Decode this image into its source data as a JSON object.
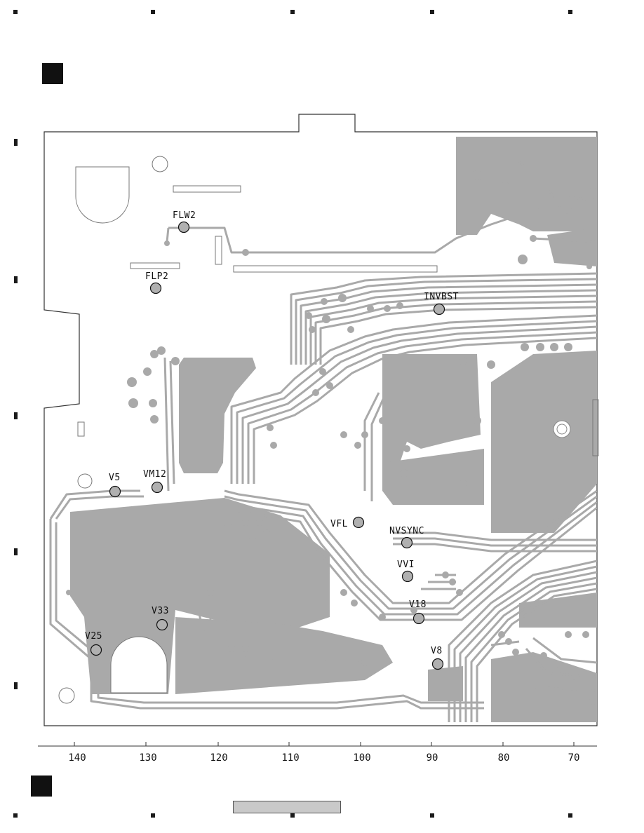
{
  "test_points": [
    {
      "label": "FLW2"
    },
    {
      "label": "FLP2"
    },
    {
      "label": "INVBST"
    },
    {
      "label": "V5"
    },
    {
      "label": "VM12"
    },
    {
      "label": "VFL"
    },
    {
      "label": "NVSYNC"
    },
    {
      "label": "VVI"
    },
    {
      "label": "V18"
    },
    {
      "label": "V33"
    },
    {
      "label": "V25"
    },
    {
      "label": "V8"
    }
  ],
  "scale": {
    "ticks": [
      "140",
      "130",
      "120",
      "110",
      "100",
      "90",
      "80",
      "70"
    ]
  },
  "colors": {
    "copper": "#a9a9a9",
    "outline": "#333333",
    "marker": "#111111"
  }
}
